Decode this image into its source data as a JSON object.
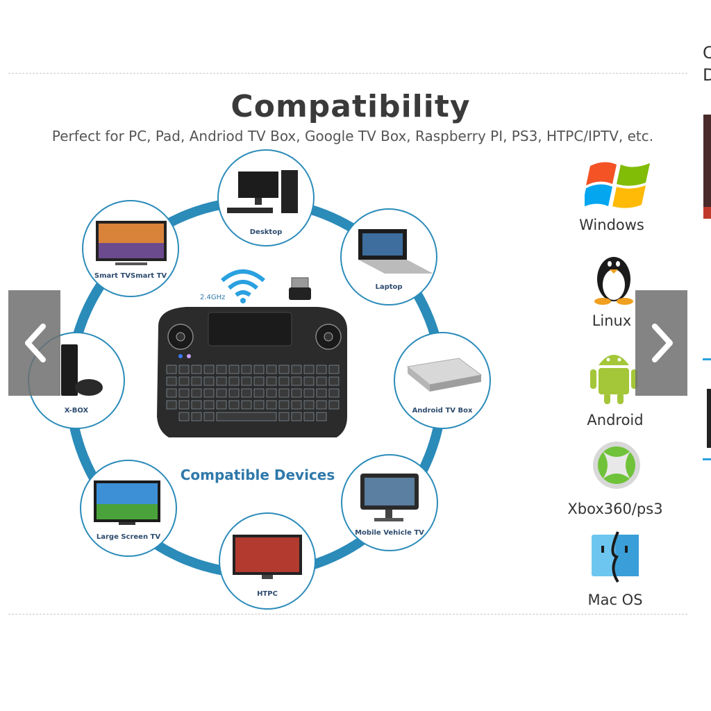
{
  "title": "Compatibility",
  "subtitle": "Perfect for PC, Pad, Andriod TV Box, Google TV Box, Raspberry PI, PS3, HTPC/IPTV, etc.",
  "center_label": "Compatible Devices",
  "wifi_band": "2.4GHz",
  "devices": [
    {
      "label": "Desktop"
    },
    {
      "label": "Laptop"
    },
    {
      "label": "Android TV Box"
    },
    {
      "label": "Mobile Vehicle TV"
    },
    {
      "label": "HTPC"
    },
    {
      "label": "Large Screen TV"
    },
    {
      "label": "X-BOX"
    },
    {
      "label": "Smart TVSmart TV"
    }
  ],
  "os_list": [
    {
      "label": "Windows",
      "icon": "windows-logo-icon"
    },
    {
      "label": "Linux",
      "icon": "linux-penguin-icon"
    },
    {
      "label": "Android",
      "icon": "android-robot-icon"
    },
    {
      "label": "Xbox360/ps3",
      "icon": "xbox-logo-icon"
    },
    {
      "label": "Mac OS",
      "icon": "mac-finder-icon"
    }
  ],
  "edge_text": [
    "C",
    "D"
  ],
  "nav": {
    "prev_icon": "chevron-left-icon",
    "next_icon": "chevron-right-icon"
  },
  "colors": {
    "ring": "#2b8bb9",
    "accent": "#2f78aa",
    "nav": "#6e6e6e"
  }
}
